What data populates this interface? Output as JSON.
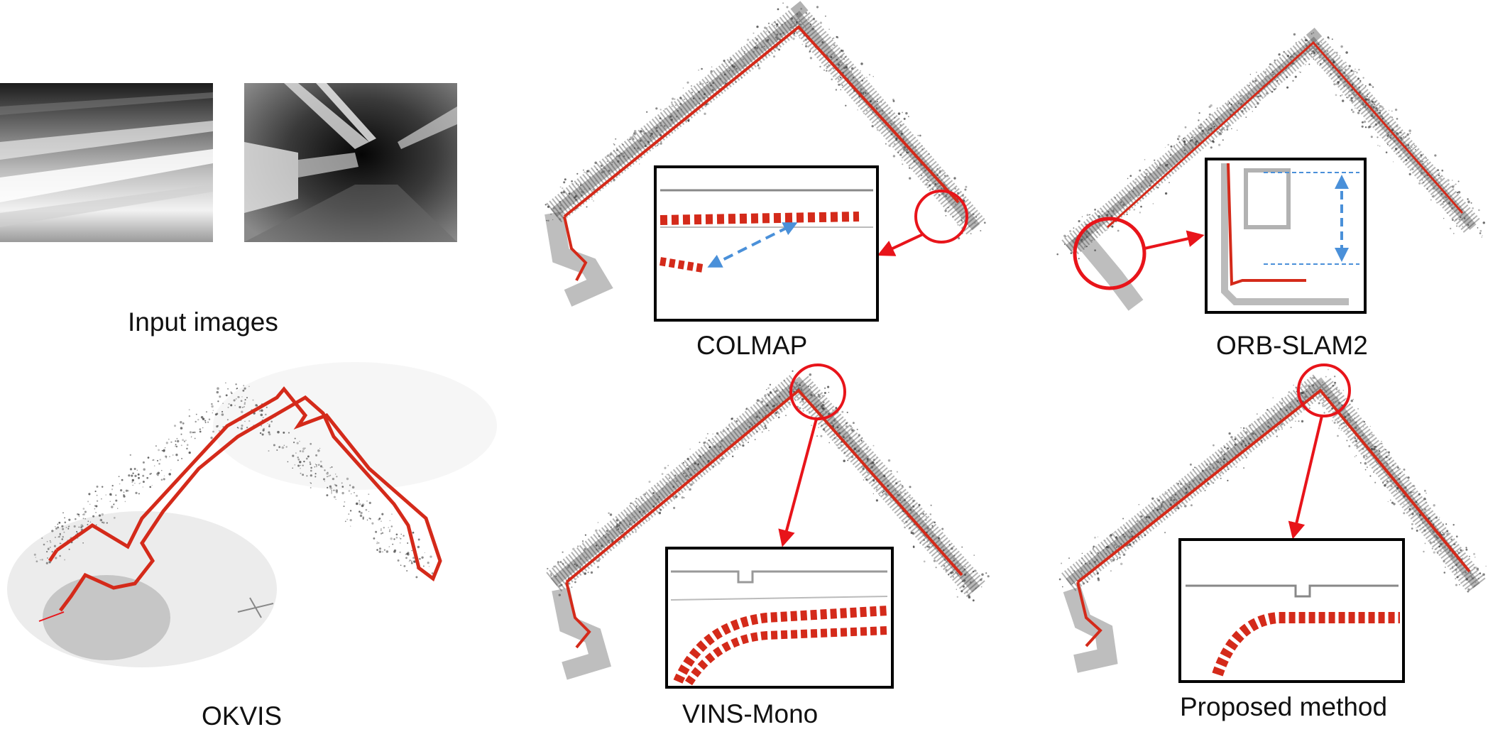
{
  "labels": {
    "input_images": "Input images",
    "colmap": "COLMAP",
    "orb_slam2": "ORB-SLAM2",
    "okvis": "OKVIS",
    "vins_mono": "VINS-Mono",
    "proposed": "Proposed method"
  },
  "colors": {
    "trajectory": "#d42a1a",
    "highlight": "#e8141a",
    "dimension_arrow": "#4a90d9",
    "points": "#3a3a3a",
    "frame": "#000000"
  }
}
